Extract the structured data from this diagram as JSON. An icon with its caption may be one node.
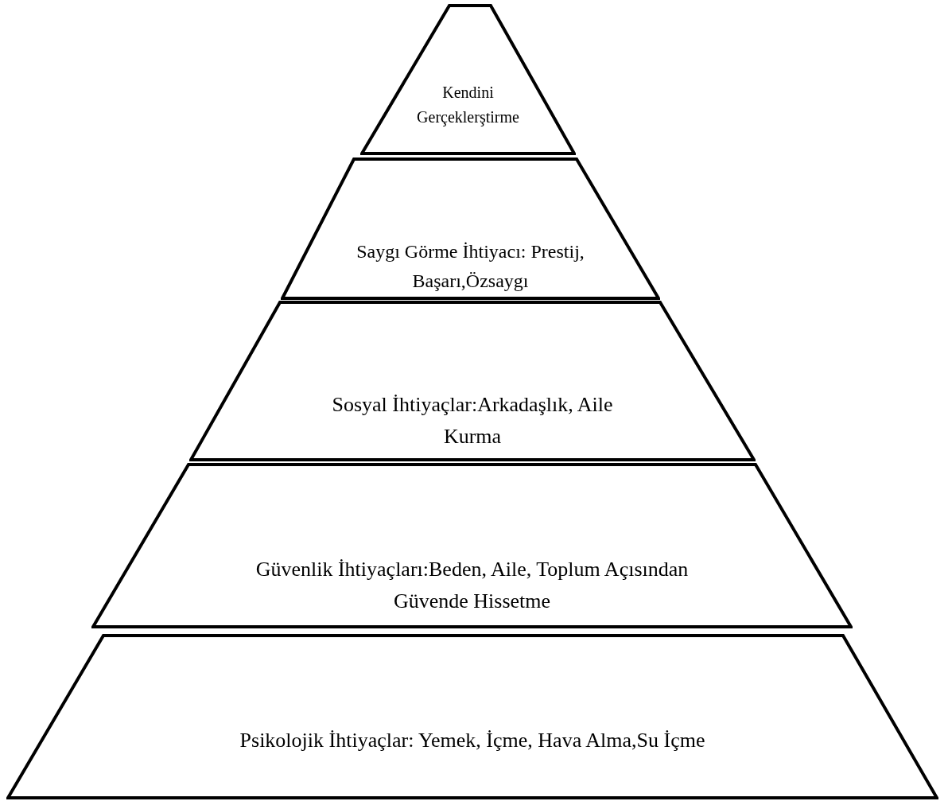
{
  "diagram": {
    "nodes": [
      {
        "text": [
          "Kendini Gerçeklerştirme"
        ]
      },
      {
        "text": [
          "Saygı Görme İhtiyacı: Prestij, Başarı,Özsaygı"
        ]
      },
      {
        "text": [
          "Sosyal İhtiyaçlar:Arkadaşlık, Aile Kurma"
        ]
      },
      {
        "text": [
          "Güvenlik İhtiyaçları:Beden, Aile, Toplum Açısından Güvende Hissetme"
        ]
      },
      {
        "text": [
          "Psikolojik İhtiyaçlar: Yemek, İçme, Hava Alma,Su İçme"
        ]
      }
    ],
    "edges": []
  }
}
